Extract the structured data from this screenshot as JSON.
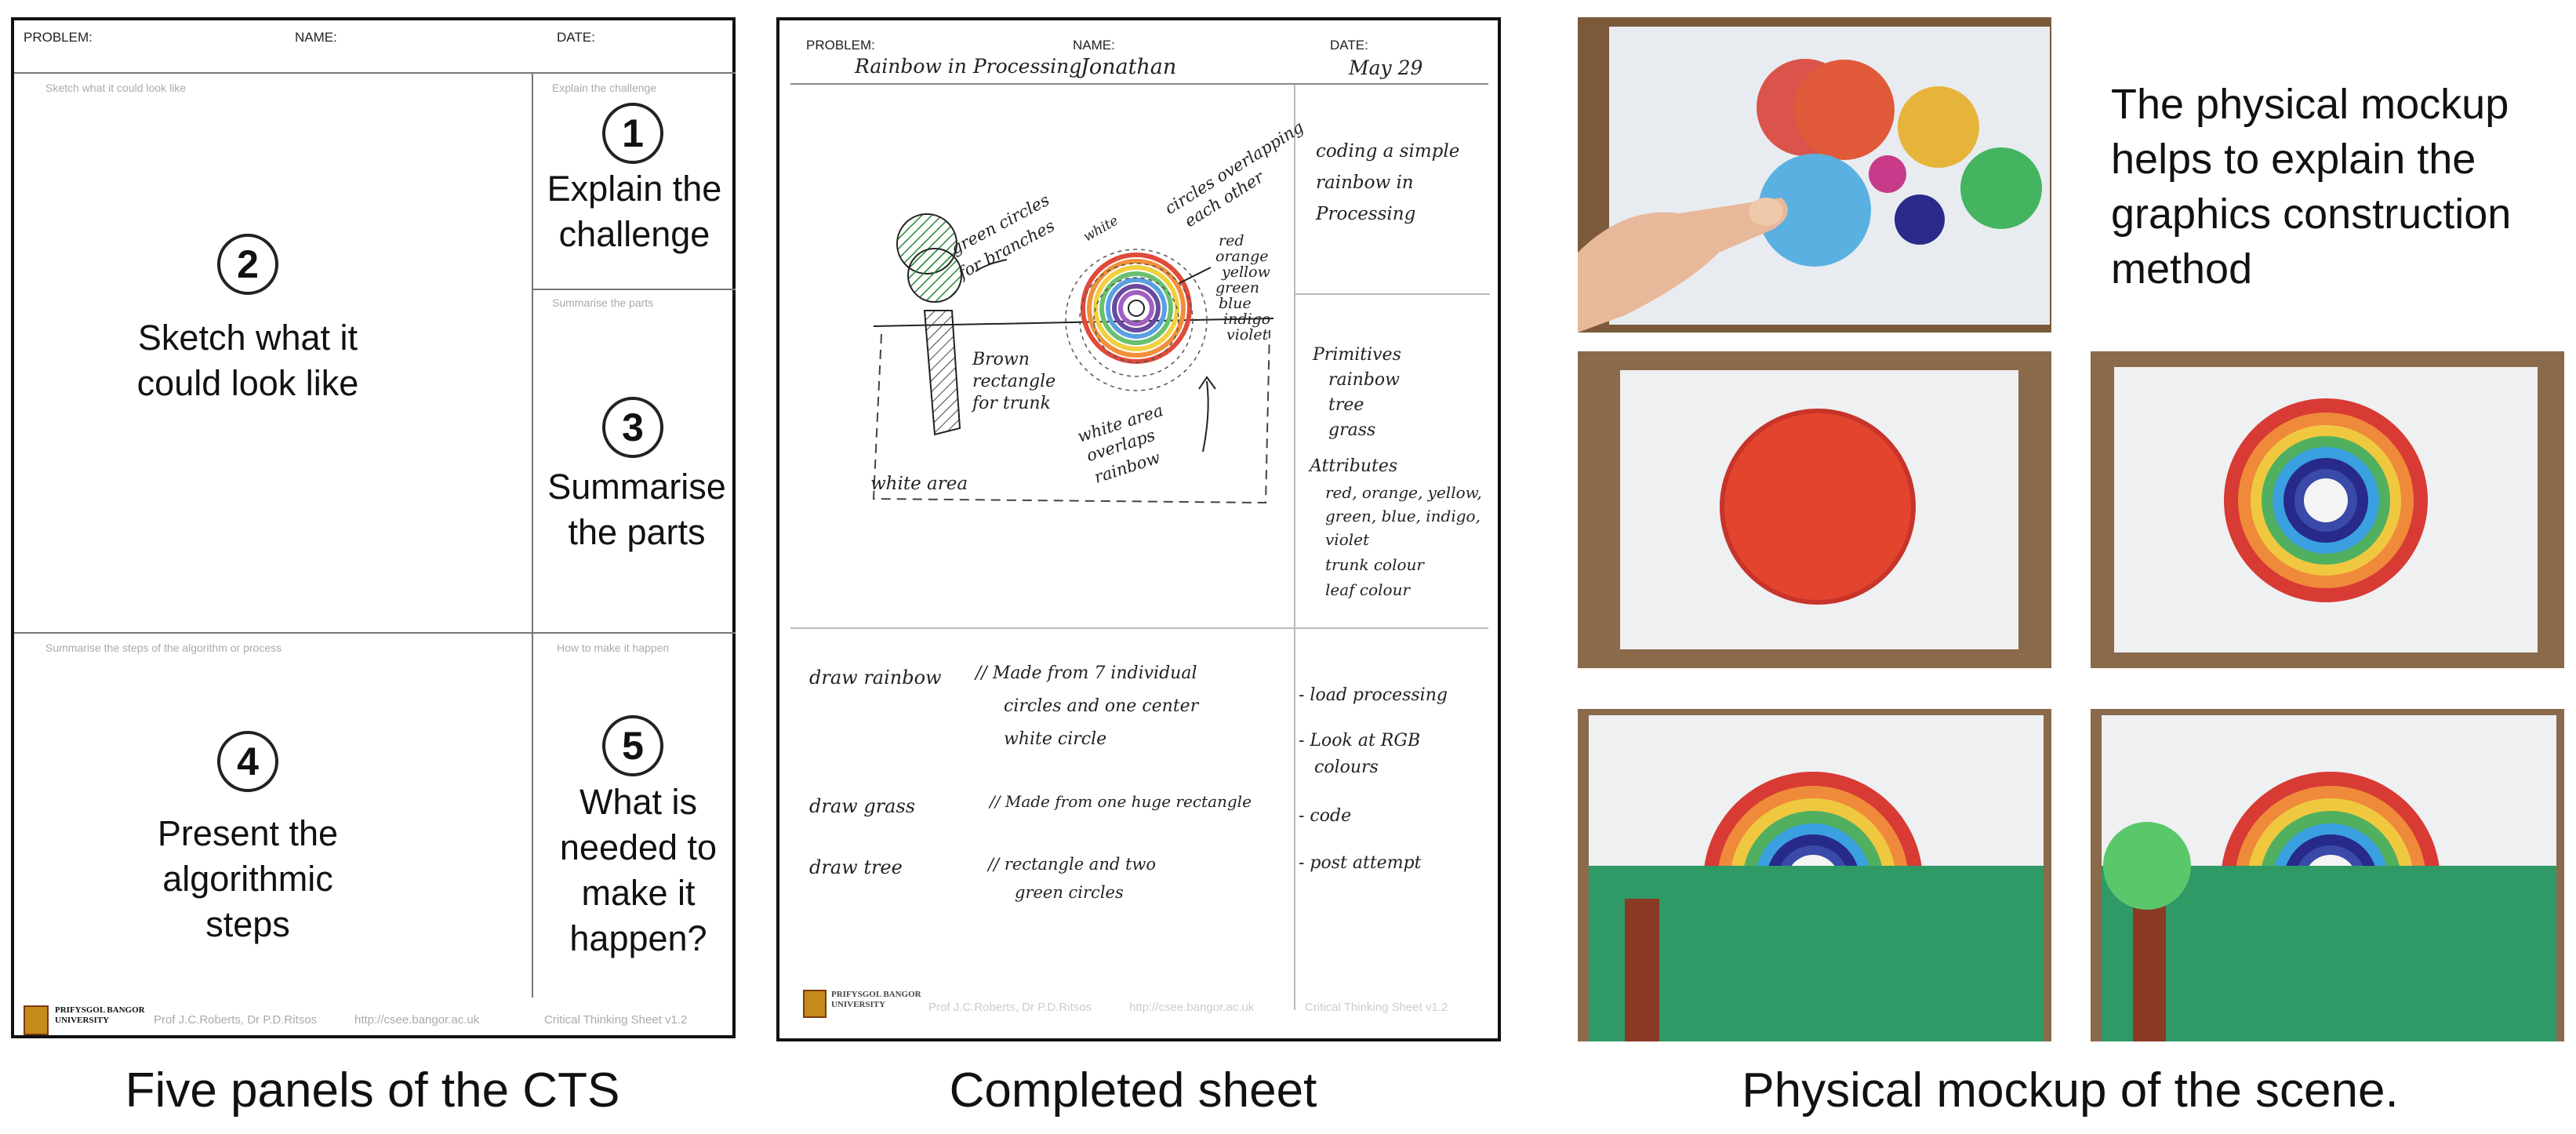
{
  "template": {
    "header": {
      "problem": "PROBLEM:",
      "name": "NAME:",
      "date": "DATE:"
    },
    "panels": [
      {
        "number": "1",
        "hint": "Explain the challenge",
        "label": "Explain the challenge"
      },
      {
        "number": "2",
        "hint": "Sketch what it could look like",
        "label": "Sketch what it could look like"
      },
      {
        "number": "3",
        "hint": "Summarise the parts",
        "label": "Summarise the parts"
      },
      {
        "number": "4",
        "hint": "Summarise the steps of the algorithm or process",
        "label": "Present the algorithmic steps"
      },
      {
        "number": "5",
        "hint": "How to make it happen",
        "label": "What is needed to make it happen?"
      }
    ],
    "footer": {
      "logo": "PRIFYSGOL BANGOR UNIVERSITY",
      "authors": "Prof J.C.Roberts, Dr P.D.Ritsos",
      "url": "http://csee.bangor.ac.uk",
      "version": "Critical Thinking Sheet v1.2"
    }
  },
  "completed": {
    "problem_value": "Rainbow in Processing",
    "name_value": "Jonathan",
    "date_value": "May 29",
    "challenge_lines": [
      "coding a simple",
      "rainbow in",
      "Processing"
    ],
    "sketch_labels": {
      "green_circles": [
        "green circles",
        "for branches"
      ],
      "overlap": [
        "circles overlapping",
        "each other"
      ],
      "white": "white",
      "colors": [
        "red",
        "orange",
        "yellow",
        "green",
        "blue",
        "indigo",
        "violet"
      ],
      "trunk": [
        "Brown",
        "rectangle",
        "for trunk"
      ],
      "white_overlap": [
        "white area",
        "overlaps",
        "rainbow"
      ],
      "white_area": "white area"
    },
    "parts_lines": [
      "Primitives",
      "rainbow",
      "tree",
      "grass",
      "Attributes",
      "red, orange, yellow,",
      "green, blue, indigo,",
      "violet",
      "trunk colour",
      "leaf colour"
    ],
    "steps": [
      {
        "name": "draw rainbow",
        "desc": [
          "// Made from 7 individual",
          "circles and one center",
          "white circle"
        ]
      },
      {
        "name": "draw grass",
        "desc": [
          "// Made from one huge rectangle"
        ]
      },
      {
        "name": "draw tree",
        "desc": [
          "// rectangle and two",
          "green circles"
        ]
      }
    ],
    "needs_lines": [
      "- load processing",
      "- Look at RGB",
      "colours",
      "- code",
      "- post attempt"
    ]
  },
  "note": [
    "The physical mockup",
    "helps to explain the",
    "graphics construction",
    "method"
  ],
  "captions": {
    "left": "Five panels of the CTS",
    "middle": "Completed sheet",
    "right": "Physical mockup of the scene."
  }
}
